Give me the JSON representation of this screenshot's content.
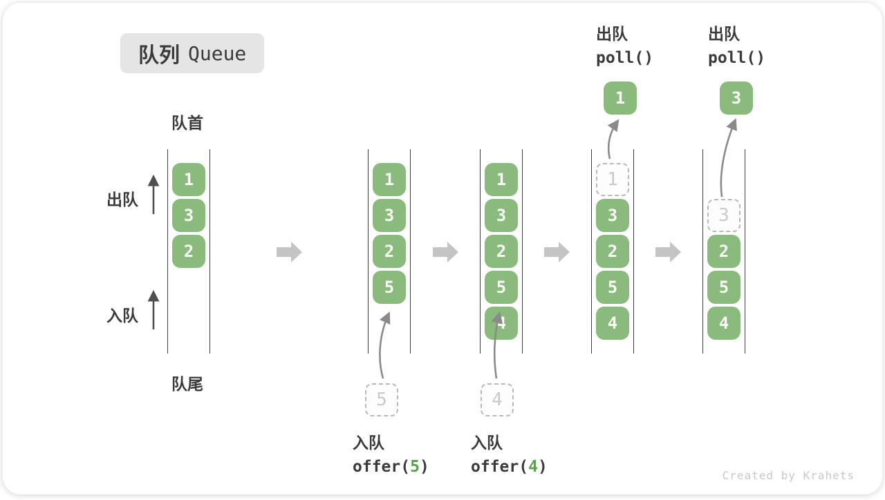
{
  "title": {
    "zh": "队列",
    "en": "Queue"
  },
  "labels": {
    "front": "队首",
    "rear": "队尾",
    "dequeue": "出队",
    "enqueue": "入队"
  },
  "operations": {
    "offer5": {
      "label": "入队",
      "fn_open": "offer(",
      "arg": "5",
      "fn_close": ")"
    },
    "offer4": {
      "label": "入队",
      "fn_open": "offer(",
      "arg": "4",
      "fn_close": ")"
    },
    "poll1": {
      "label": "出队",
      "code": "poll()"
    },
    "poll2": {
      "label": "出队",
      "code": "poll()"
    }
  },
  "queues": {
    "q1": {
      "slots": [
        "1",
        "3",
        "2"
      ]
    },
    "q2": {
      "slots": [
        "1",
        "3",
        "2",
        "5"
      ],
      "incoming": "5"
    },
    "q3": {
      "slots": [
        "1",
        "3",
        "2",
        "5",
        "4"
      ],
      "incoming": "4"
    },
    "q4": {
      "ghost": "1",
      "slots": [
        "3",
        "2",
        "5",
        "4"
      ],
      "outgoing": "1"
    },
    "q5": {
      "ghost": "3",
      "slots": [
        "2",
        "5",
        "4"
      ],
      "outgoing": "3"
    }
  },
  "footer": "Created by Krahets",
  "colors": {
    "box_green": "#8bba7d",
    "code_arg_green": "#5d9e50",
    "flow_arrow_gray": "#c4c4c4",
    "ink": "#3a3a3a",
    "ghost_border": "#b9b9b9",
    "ghost_text": "#c9c9c9",
    "curve_arrow": "#8a8a8a",
    "badge_bg": "#e5e5e5",
    "footer_gray": "#c8c8c8"
  }
}
